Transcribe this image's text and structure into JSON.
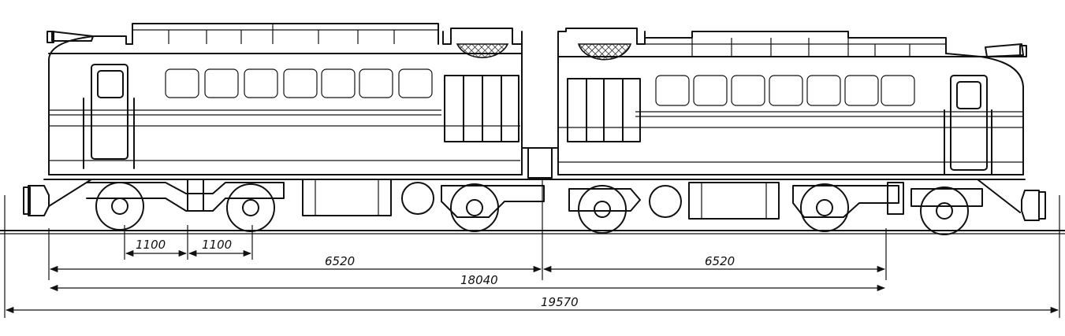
{
  "dimensions": {
    "axle_spacing_1": "1100",
    "axle_spacing_2": "1100",
    "bogie_centers_left": "6520",
    "bogie_centers_right": "6520",
    "total_bogie_span": "18040",
    "overall_length": "19570"
  }
}
